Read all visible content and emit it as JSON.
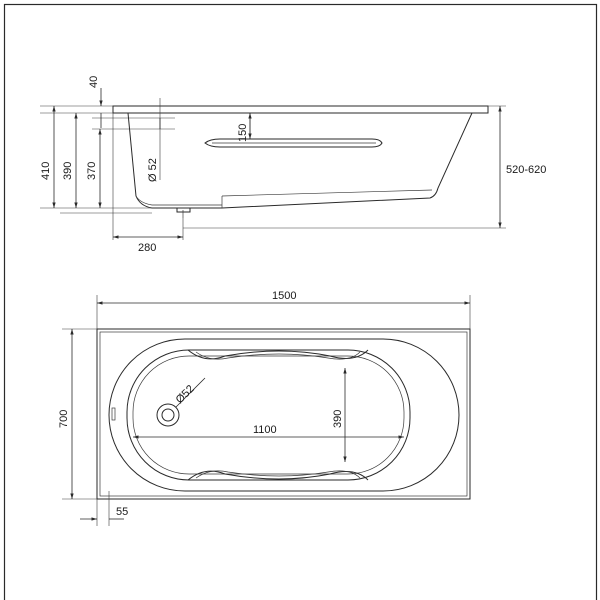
{
  "side_view": {
    "dims": {
      "rim_thickness": "40",
      "height_total": "410",
      "height_390": "390",
      "height_370": "370",
      "headrest_depth": "150",
      "drain_diameter": "Ø 52",
      "drain_offset": "280",
      "install_height": "520-620"
    }
  },
  "top_view": {
    "dims": {
      "length": "1500",
      "width": "700",
      "inner_length": "1100",
      "inner_width": "390",
      "drain_diameter": "Ø52",
      "edge_offset": "55"
    }
  }
}
